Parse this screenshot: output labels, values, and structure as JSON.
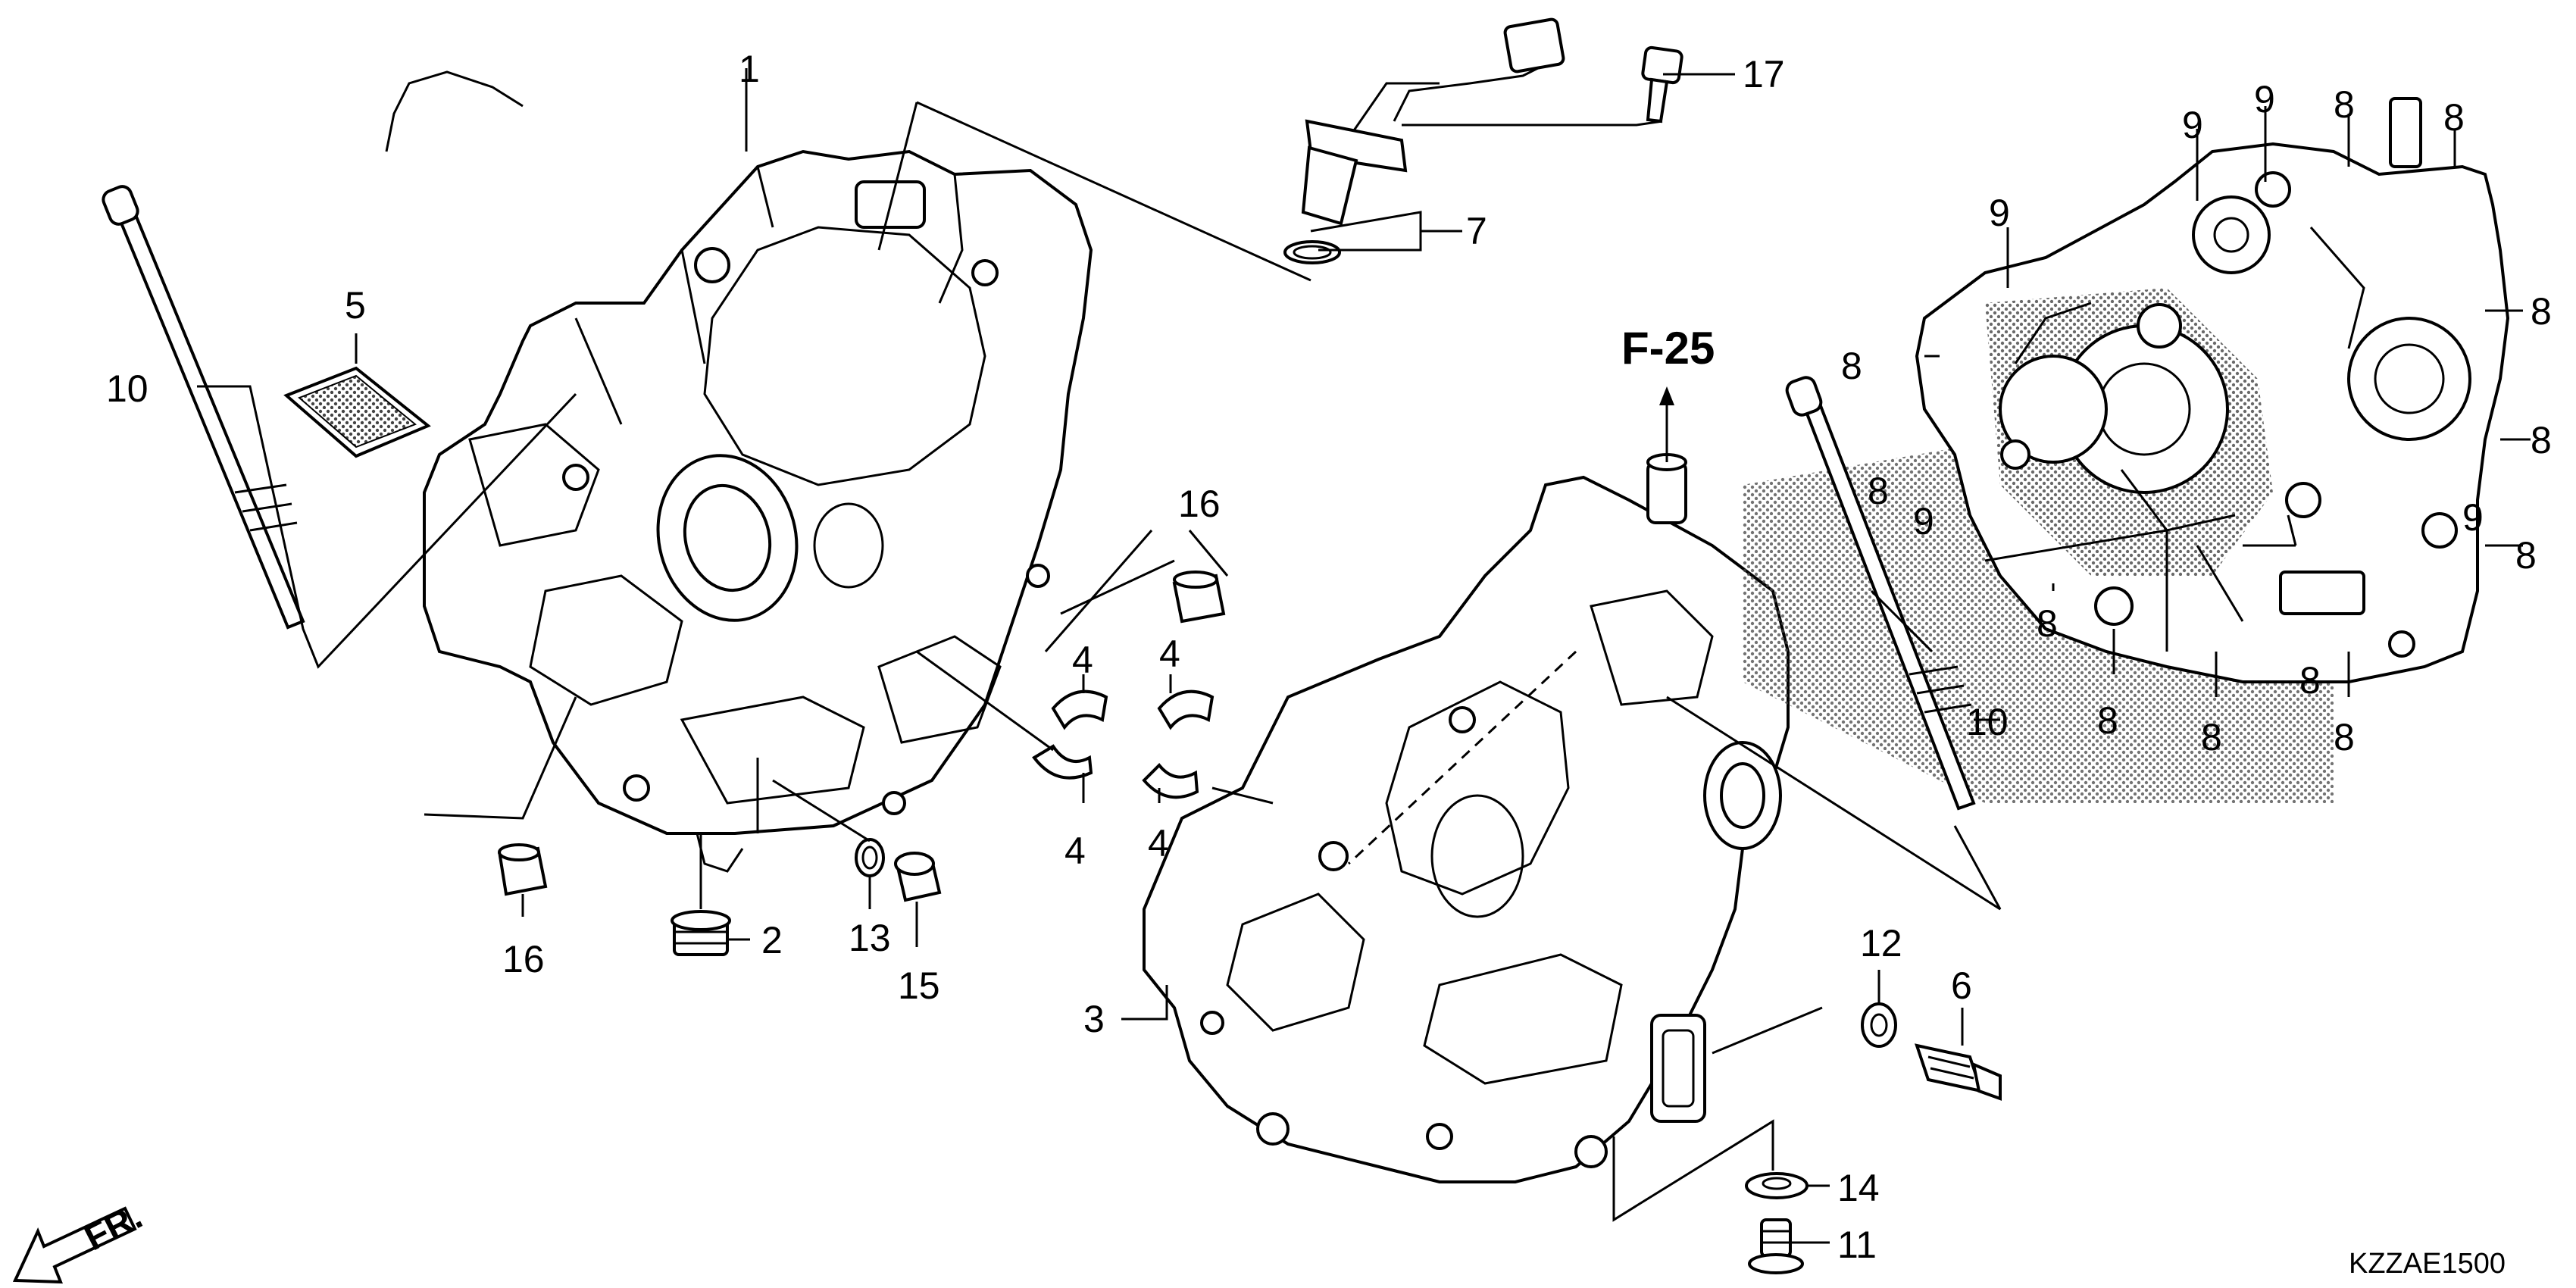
{
  "labels": {
    "p1": "1",
    "p2": "2",
    "p3": "3",
    "p4a": "4",
    "p4b": "4",
    "p4c": "4",
    "p4d": "4",
    "p5": "5",
    "p6": "6",
    "p7": "7",
    "p8a": "8",
    "p8b": "8",
    "p8c": "8",
    "p8d": "8",
    "p8e": "8",
    "p8f": "8",
    "p8g": "8",
    "p8h": "8",
    "p8i": "8",
    "p8j": "8",
    "p8k": "8",
    "p8l": "8",
    "p9a": "9",
    "p9b": "9",
    "p9c": "9",
    "p9d": "9",
    "p9e": "9",
    "p10a": "10",
    "p10b": "10",
    "p11": "11",
    "p12": "12",
    "p13": "13",
    "p14": "14",
    "p15": "15",
    "p16a": "16",
    "p16b": "16",
    "p17": "17"
  },
  "reference": "F-25",
  "front_indicator": "FR.",
  "diagram_code": "KZZAE1500"
}
